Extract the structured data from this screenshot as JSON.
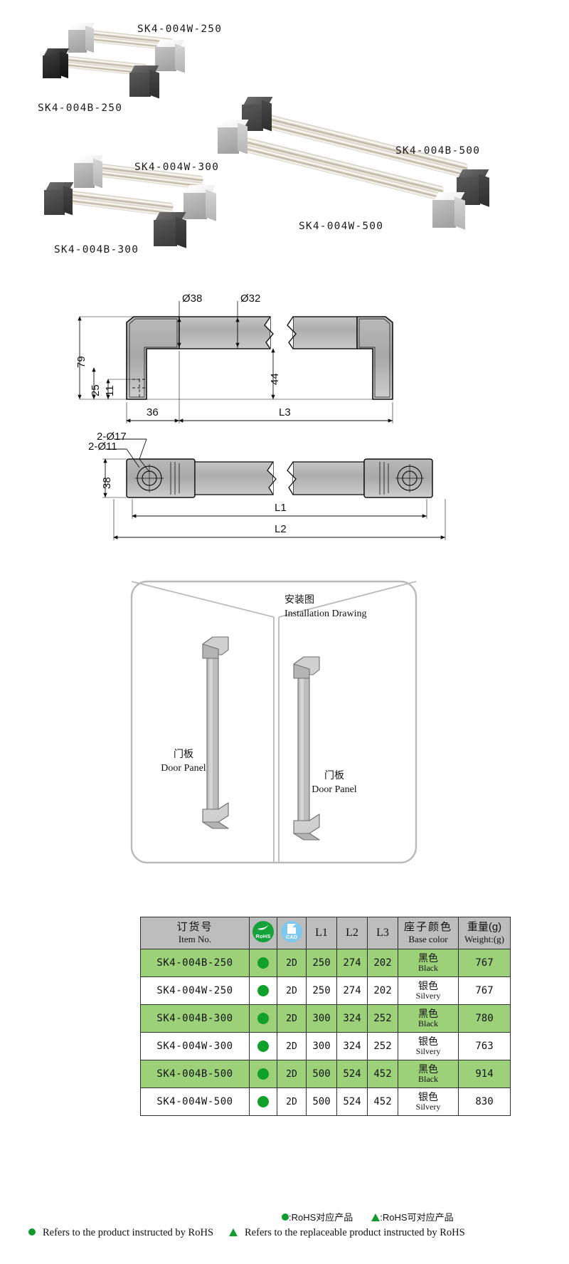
{
  "photos": {
    "labels": [
      {
        "text": "SK4-004W-250"
      },
      {
        "text": "SK4-004B-250"
      },
      {
        "text": "SK4-004W-300"
      },
      {
        "text": "SK4-004B-300"
      },
      {
        "text": "SK4-004B-500"
      },
      {
        "text": "SK4-004W-500"
      }
    ]
  },
  "technical": {
    "dimensions": {
      "d38": "Ø38",
      "d32": "Ø32",
      "h79": "79",
      "h44": "44",
      "h25": "25",
      "h11": "11",
      "w36": "36",
      "L3": "L3",
      "hole17": "2-Ø17",
      "hole11": "2-Ø11",
      "h38": "38",
      "L1": "L1",
      "L2": "L2"
    }
  },
  "installation": {
    "title_cn": "安装图",
    "title_en": "Installation Drawing",
    "panel_left_cn": "门板",
    "panel_left_en": "Door Panel",
    "panel_right_cn": "门板",
    "panel_right_en": "Door Panel"
  },
  "table": {
    "headers": {
      "item_cn": "订货号",
      "item_en": "Item No.",
      "rohs": "RoHS",
      "cad": "CAD",
      "l1": "L1",
      "l2": "L2",
      "l3": "L3",
      "base_cn": "座子颜色",
      "base_en": "Base color",
      "weight_cn": "重量(g)",
      "weight_en": "Weight:(g)"
    },
    "rows": [
      {
        "item": "SK4-004B-250",
        "rohs": "dot",
        "cad": "2D",
        "l1": "250",
        "l2": "274",
        "l3": "202",
        "base_cn": "黑色",
        "base_en": "Black",
        "weight": "767"
      },
      {
        "item": "SK4-004W-250",
        "rohs": "dot",
        "cad": "2D",
        "l1": "250",
        "l2": "274",
        "l3": "202",
        "base_cn": "银色",
        "base_en": "Silvery",
        "weight": "767"
      },
      {
        "item": "SK4-004B-300",
        "rohs": "dot",
        "cad": "2D",
        "l1": "300",
        "l2": "324",
        "l3": "252",
        "base_cn": "黑色",
        "base_en": "Black",
        "weight": "780"
      },
      {
        "item": "SK4-004W-300",
        "rohs": "dot",
        "cad": "2D",
        "l1": "300",
        "l2": "324",
        "l3": "252",
        "base_cn": "银色",
        "base_en": "Silvery",
        "weight": "763"
      },
      {
        "item": "SK4-004B-500",
        "rohs": "dot",
        "cad": "2D",
        "l1": "500",
        "l2": "524",
        "l3": "452",
        "base_cn": "黑色",
        "base_en": "Black",
        "weight": "914"
      },
      {
        "item": "SK4-004W-500",
        "rohs": "dot",
        "cad": "2D",
        "l1": "500",
        "l2": "524",
        "l3": "452",
        "base_cn": "银色",
        "base_en": "Silvery",
        "weight": "830"
      }
    ]
  },
  "legend": {
    "cn_dot": ":RoHS对应产品",
    "cn_tri": ":RoHS可对应产品",
    "en_dot": "Refers to the product instructed by RoHS",
    "en_tri": "Refers to the replaceable product instructed by RoHS"
  },
  "colors": {
    "accent_green": "#9cd179",
    "rohs_green": "#12a02c",
    "header_grey": "#bdbdbd",
    "cad_blue": "#7ec8ee"
  }
}
